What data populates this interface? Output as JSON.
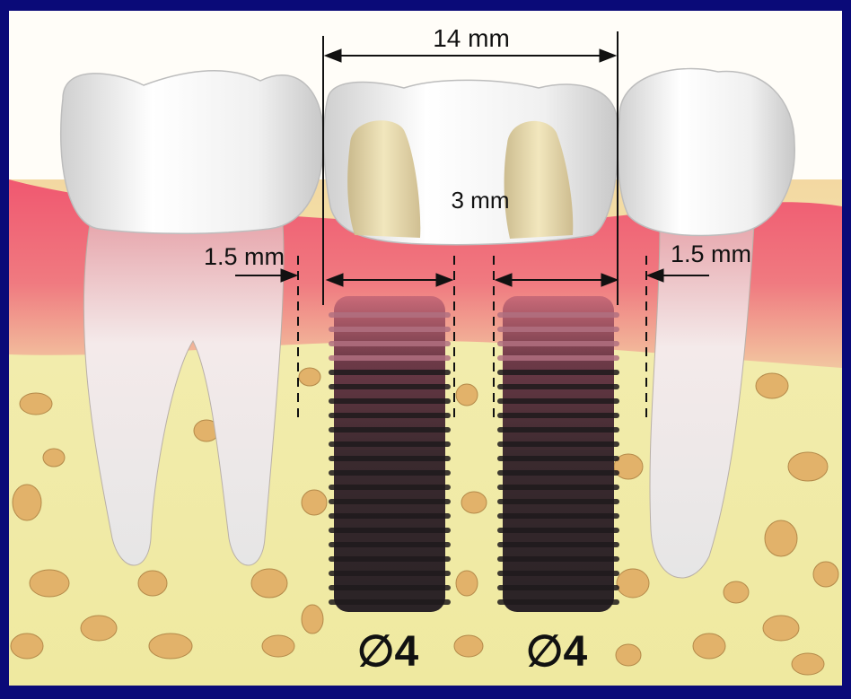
{
  "labels": {
    "crown_width": "14 mm",
    "inter_implant": "3 mm",
    "left_gap": "1.5 mm",
    "right_gap": "1.5 mm",
    "implant_left_diameter": "∅4",
    "implant_right_diameter": "∅4"
  },
  "colors": {
    "background": "#0a0a78",
    "gum": "#ee6470",
    "bone": "#f0e6a0",
    "bone_spot": "#e2b26a",
    "tooth": "#f4f4f0",
    "implant": "#3a2b2e",
    "abutment": "#e6d7a2"
  },
  "icons": {
    "left_tooth": "molar-tooth-icon",
    "right_tooth": "premolar-tooth-icon",
    "crown": "implant-crown-icon",
    "implant": "screw-implant-icon"
  }
}
